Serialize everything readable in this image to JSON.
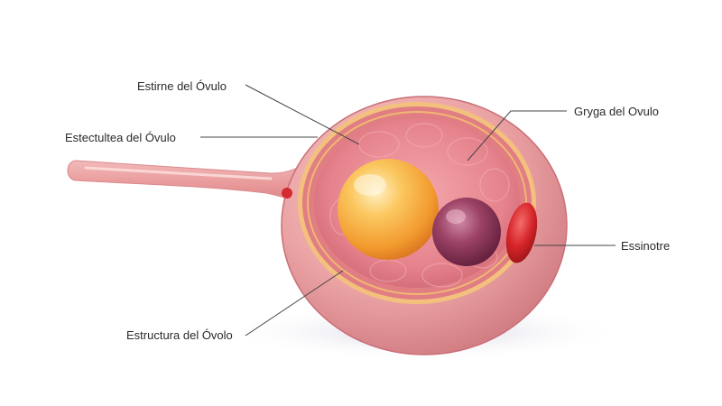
{
  "labels": {
    "top_left": "Estirne del Óvulo",
    "mid_left": "Estectultea del Óvulo",
    "top_right": "Gryga del Ovulo",
    "mid_right": "Essinotre",
    "bottom_left": "Estructura del Óvolo"
  },
  "colors": {
    "outer_wall": "#e79a9c",
    "inner_cavity": "#e9858f",
    "membrane": "#f3c07e",
    "yolk": "#f4a734",
    "purple_cell": "#8d3554",
    "red_body": "#d7262b",
    "leader_line": "#444444"
  }
}
